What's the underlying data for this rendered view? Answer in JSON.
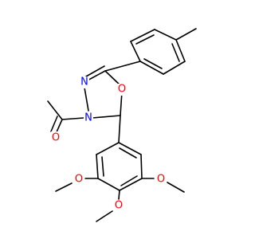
{
  "atoms": {
    "n_left": "N",
    "n_top": "N",
    "o_carbonyl": "O",
    "o_ring": "O",
    "o_methoxy_left": "O",
    "o_methoxy_right": "O",
    "o_methoxy_bottom": "O"
  },
  "colors": {
    "bond": "#000000",
    "nitrogen": "#0000ff",
    "oxygen": "#ff0000",
    "background": "#ffffff"
  }
}
